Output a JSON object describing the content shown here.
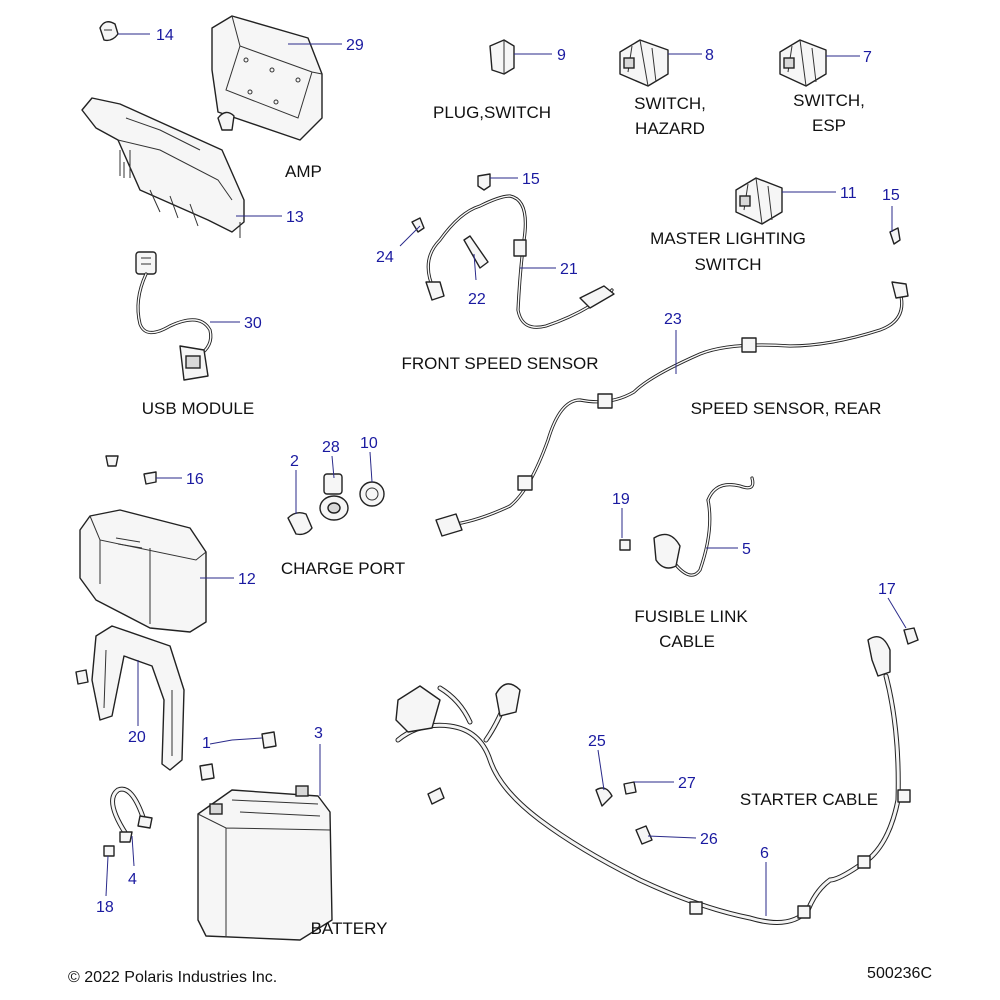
{
  "labels": {
    "amp": "AMP",
    "plug_switch": "PLUG,SWITCH",
    "switch_hazard_1": "SWITCH,",
    "switch_hazard_2": "HAZARD",
    "switch_esp_1": "SWITCH,",
    "switch_esp_2": "ESP",
    "master_lighting_1": "MASTER LIGHTING",
    "master_lighting_2": "SWITCH",
    "front_speed_sensor": "FRONT SPEED SENSOR",
    "usb_module": "USB MODULE",
    "speed_sensor_rear": "SPEED SENSOR, REAR",
    "charge_port": "CHARGE PORT",
    "fusible_link_1": "FUSIBLE LINK",
    "fusible_link_2": "CABLE",
    "starter_cable": "STARTER CABLE",
    "battery": "BATTERY"
  },
  "callouts": {
    "c1": "1",
    "c2": "2",
    "c3": "3",
    "c4": "4",
    "c5": "5",
    "c6": "6",
    "c7": "7",
    "c8": "8",
    "c9": "9",
    "c10": "10",
    "c11": "11",
    "c12": "12",
    "c13": "13",
    "c14": "14",
    "c15a": "15",
    "c15b": "15",
    "c16": "16",
    "c17": "17",
    "c18": "18",
    "c19": "19",
    "c20": "20",
    "c21": "21",
    "c22": "22",
    "c23": "23",
    "c24": "24",
    "c25": "25",
    "c26": "26",
    "c27": "27",
    "c28": "28",
    "c29": "29",
    "c30": "30"
  },
  "footer": {
    "copyright": "© 2022 Polaris Industries Inc.",
    "drawing_number": "500236C"
  },
  "colors": {
    "callout": "#1a1aa0",
    "leader": "#2a2a8a",
    "line_art": "#222222",
    "background": "#ffffff"
  }
}
